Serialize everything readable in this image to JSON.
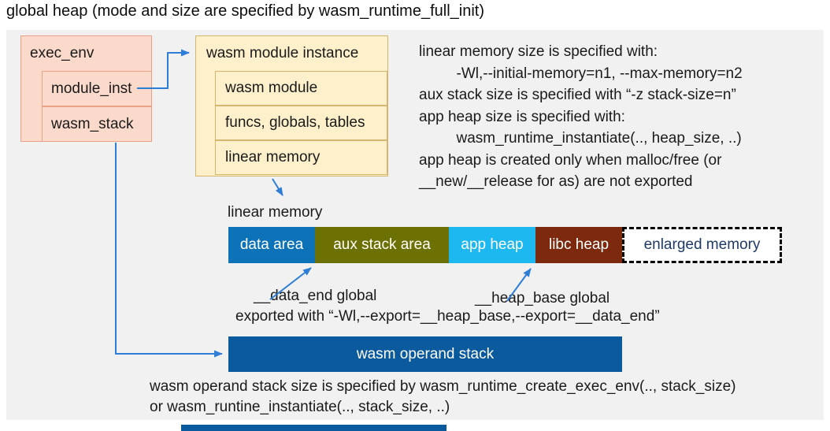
{
  "title": "global heap (mode and size are specified by wasm_runtime_full_init)",
  "exec_env": {
    "label": "exec_env",
    "children": {
      "module_inst": "module_inst",
      "wasm_stack": "wasm_stack"
    }
  },
  "module_instance": {
    "label": "wasm module instance",
    "children": {
      "wasm_module": "wasm module",
      "funcs": "funcs, globals, tables",
      "linear_memory": "linear memory"
    }
  },
  "notes_right": {
    "lines": [
      "linear memory size is specified with:",
      "         -Wl,--initial-memory=n1, --max-memory=n2",
      "aux stack size is specified with “-z stack-size=n”",
      "app heap size is specified with:",
      "         wasm_runtime_instantiate(.., heap_size, ..)",
      "app heap is created only when malloc/free (or",
      "__new/__release for as) are not exported"
    ]
  },
  "linear_memory": {
    "label": "linear memory",
    "segments": [
      {
        "label": "data area",
        "color": "#0e72b8"
      },
      {
        "label": "aux stack area",
        "color": "#6d7002"
      },
      {
        "label": "app heap",
        "color": "#1eb8f1"
      },
      {
        "label": "libc heap",
        "color": "#7d290e"
      }
    ],
    "enlarged": {
      "label": "enlarged memory"
    }
  },
  "annotations": {
    "data_end": "__data_end global",
    "heap_base": "__heap_base global",
    "exported": "exported with “-Wl,--export=__heap_base,--export=__data_end”"
  },
  "operand_stack": {
    "label": "wasm operand stack",
    "color": "#0b5a9d"
  },
  "footer": {
    "lines": [
      "wasm operand stack size is specified by wasm_runtime_create_exec_env(.., stack_size)",
      "or wasm_runtine_instantiate(.., stack_size, ..)"
    ]
  },
  "colors": {
    "panel_bg": "#f1f1f1",
    "box_pink_fill": "#fbdacb",
    "box_pink_border": "#eba184",
    "box_yellow_fill": "#fdf0cb",
    "box_yellow_border": "#d7b56d",
    "arrow_blue": "#2e7ed8",
    "enlarged_text": "#1f3a67",
    "bottom_bar": "#0b5a9d",
    "text": "#1a1a1a"
  }
}
